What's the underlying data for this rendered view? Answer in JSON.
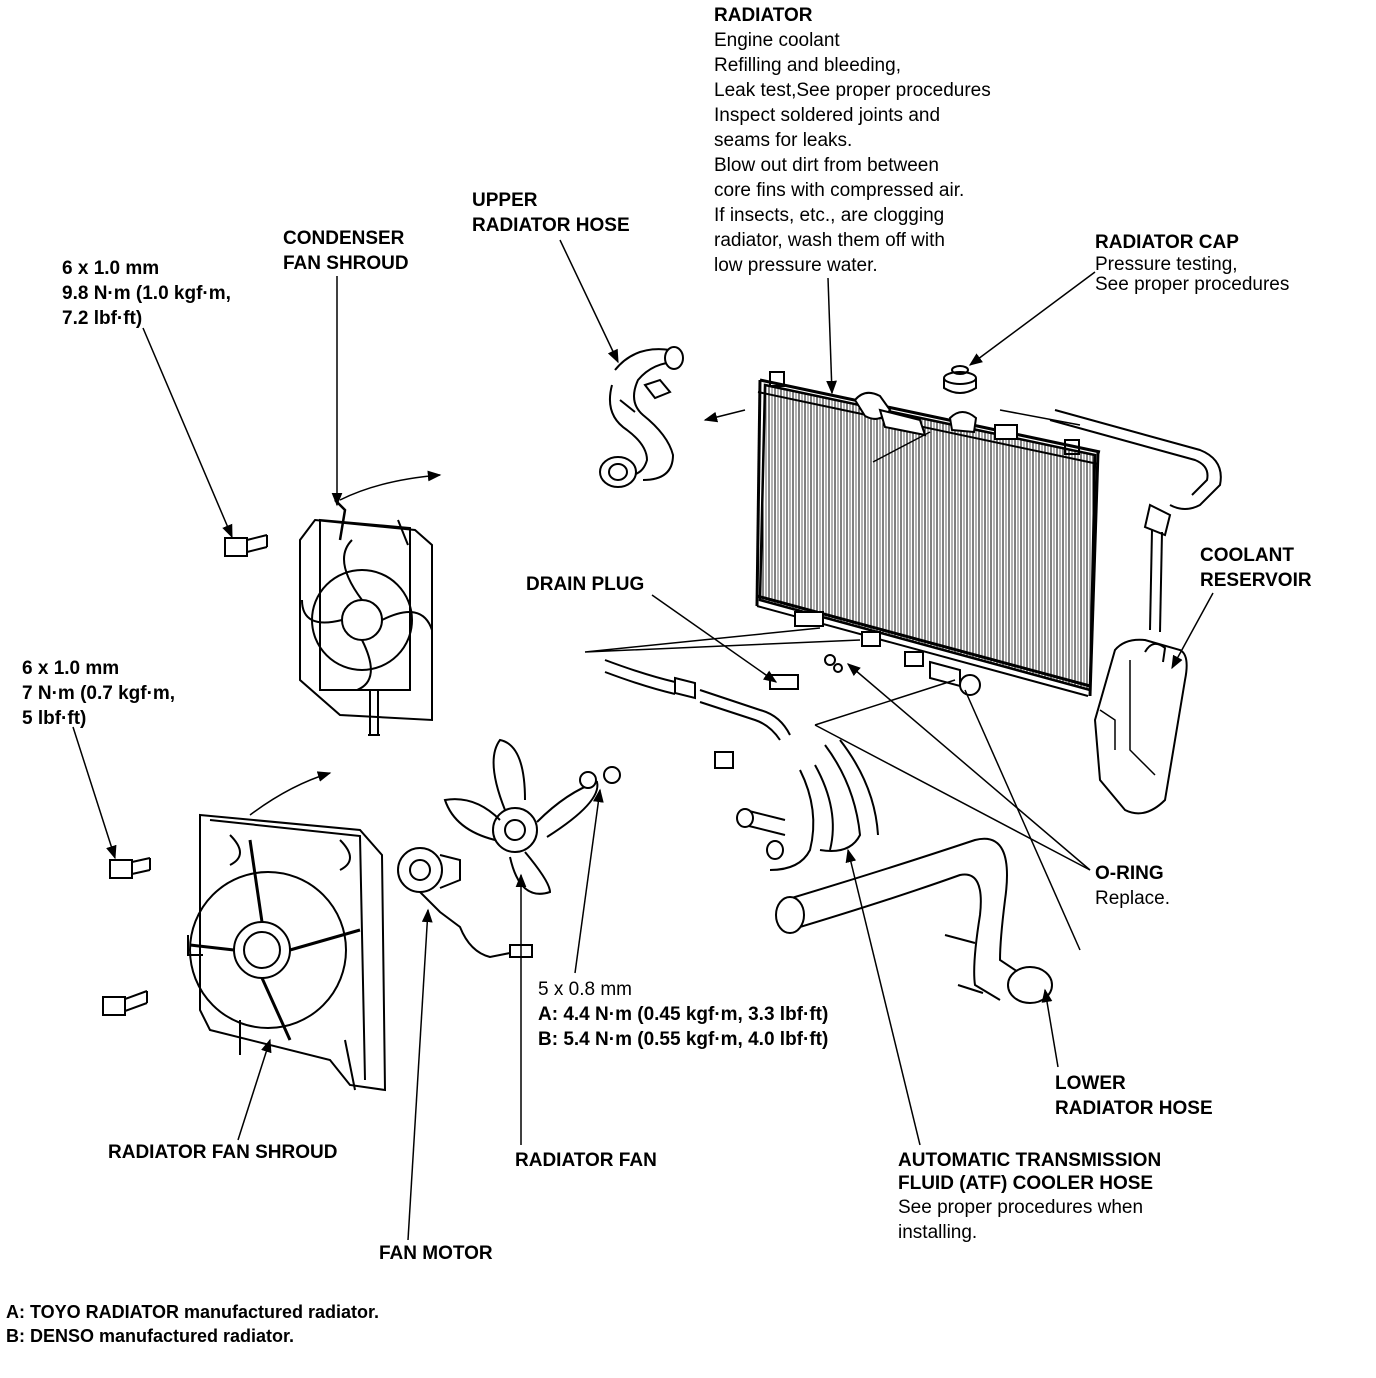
{
  "labels": {
    "radiator": {
      "title": "RADIATOR",
      "notes": [
        "Engine coolant",
        "Refilling and bleeding,",
        "Leak test,See proper procedures",
        "Inspect soldered joints and",
        "seams for leaks.",
        "Blow out dirt from between",
        "core fins with compressed air.",
        "If insects, etc., are clogging",
        "radiator, wash them off with",
        "low pressure water."
      ]
    },
    "upper_hose": {
      "lines": [
        "UPPER",
        "RADIATOR HOSE"
      ]
    },
    "condenser_shroud": {
      "lines": [
        "CONDENSER",
        "FAN SHROUD"
      ]
    },
    "bolt_top": {
      "lines": [
        "6 x 1.0 mm",
        "9.8 N·m (1.0 kgf·m,",
        "7.2 lbf·ft)"
      ]
    },
    "radiator_cap": {
      "title": "RADIATOR CAP",
      "notes": [
        "Pressure testing,",
        "See proper procedures"
      ]
    },
    "coolant_reservoir": {
      "lines": [
        "COOLANT",
        "RESERVOIR"
      ]
    },
    "drain_plug": {
      "label": "DRAIN PLUG"
    },
    "bolt_mid": {
      "lines": [
        "6 x 1.0 mm",
        "7 N·m (0.7 kgf·m,",
        "5 lbf·ft)"
      ]
    },
    "o_ring": {
      "title": "O-RING",
      "note": "Replace."
    },
    "fan_bolt": {
      "lines": [
        "5 x 0.8 mm",
        "A: 4.4 N·m (0.45 kgf·m, 3.3 lbf·ft)",
        "B: 5.4 N·m (0.55 kgf·m, 4.0 lbf·ft)"
      ]
    },
    "lower_hose": {
      "lines": [
        "LOWER",
        "RADIATOR HOSE"
      ]
    },
    "radiator_fan_shroud": {
      "label": "RADIATOR FAN SHROUD"
    },
    "radiator_fan": {
      "label": "RADIATOR FAN"
    },
    "atf_hose": {
      "lines": [
        "AUTOMATIC TRANSMISSION",
        "FLUID (ATF) COOLER HOSE"
      ],
      "notes": [
        "See proper procedures when",
        "installing."
      ]
    },
    "fan_motor": {
      "label": "FAN MOTOR"
    }
  },
  "footnotes": [
    "A: TOYO RADIATOR manufactured radiator.",
    "B: DENSO manufactured radiator."
  ]
}
